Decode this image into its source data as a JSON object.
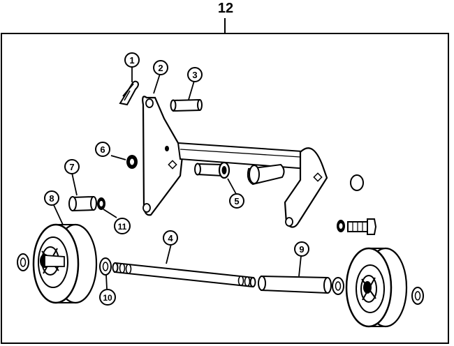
{
  "assembly": {
    "number": "12"
  },
  "callouts": [
    {
      "id": "1",
      "part": "hair-pin-clip"
    },
    {
      "id": "2",
      "part": "mounting-bracket"
    },
    {
      "id": "3",
      "part": "pin"
    },
    {
      "id": "4",
      "part": "axle-rod"
    },
    {
      "id": "5",
      "part": "spacer-pin"
    },
    {
      "id": "6",
      "part": "nut"
    },
    {
      "id": "7",
      "part": "bushing"
    },
    {
      "id": "8",
      "part": "wheel"
    },
    {
      "id": "9",
      "part": "tube-spacer"
    },
    {
      "id": "10",
      "part": "washer"
    },
    {
      "id": "11",
      "part": "washer"
    }
  ]
}
